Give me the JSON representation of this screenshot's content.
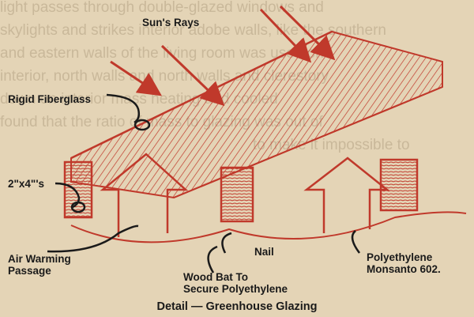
{
  "colors": {
    "background": "#e4d4b6",
    "faint_text": "#c9b89a",
    "drawing_red": "#c0392b",
    "ink": "#1a1a1a"
  },
  "background_text": [
    "light passes through double-glazed windows and",
    "skylights and strikes interior adobe walls, like the southern",
    "and eastern walls of the living room was used on",
    "interior, north walls and north walls and clerestory",
    "down on interior mass heating and cooled",
    "found that the ratio of mass to glazing was out of",
    "to make it impossible to"
  ],
  "labels": {
    "suns_rays": "Sun's Rays",
    "rigid_fiberglass": "Rigid Fiberglass",
    "two_by_four": "2\"x4\"'s",
    "air_warming_1": "Air Warming",
    "air_warming_2": "Passage",
    "nail": "Nail",
    "wood_bat_1": "Wood Bat To",
    "wood_bat_2": "Secure Polyethylene",
    "poly_1": "Polyethylene",
    "poly_2": "Monsanto 602."
  },
  "caption": "Detail — Greenhouse Glazing"
}
